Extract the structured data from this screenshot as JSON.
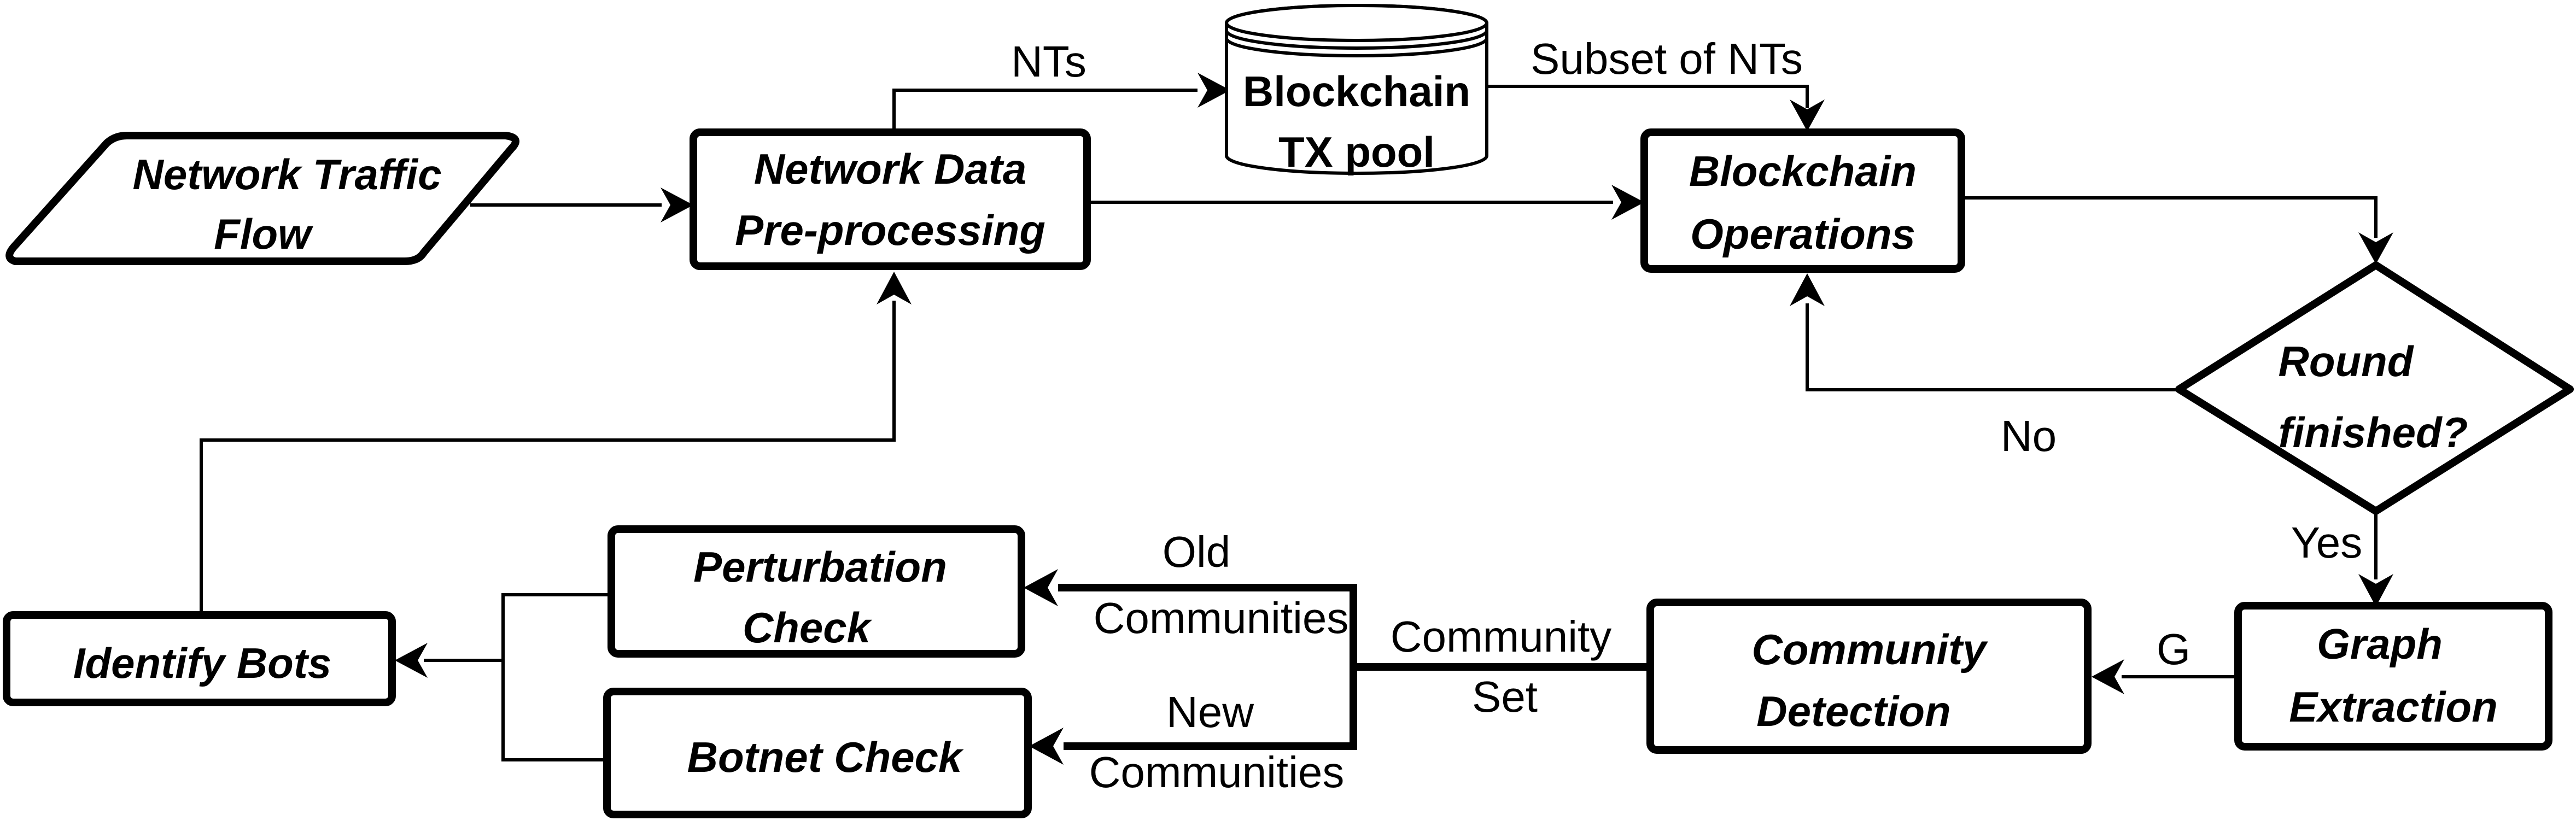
{
  "nodes": {
    "network_traffic_flow": {
      "line1": "Network Traffic",
      "line2": "Flow"
    },
    "network_data_preprocessing": {
      "line1": "Network Data",
      "line2": "Pre-processing"
    },
    "blockchain_tx_pool": {
      "line1": "Blockchain",
      "line2": "TX pool"
    },
    "blockchain_operations": {
      "line1": "Blockchain",
      "line2": "Operations"
    },
    "round_finished": {
      "line1": "Round",
      "line2": "finished?"
    },
    "graph_extraction": {
      "line1": "Graph",
      "line2": "Extraction"
    },
    "community_detection": {
      "line1": "Community",
      "line2": "Detection"
    },
    "perturbation_check": {
      "line1": "Perturbation",
      "line2": "Check"
    },
    "botnet_check": {
      "label": "Botnet Check"
    },
    "identify_bots": {
      "label": "Identify Bots"
    }
  },
  "edges": {
    "nts": "NTs",
    "subset_of_nts": "Subset of NTs",
    "no": "No",
    "yes": "Yes",
    "g": "G",
    "community_set": {
      "line1": "Community",
      "line2": "Set"
    },
    "old_communities": {
      "line1": "Old",
      "line2": "Communities"
    },
    "new_communities": {
      "line1": "New",
      "line2": "Communities"
    }
  }
}
